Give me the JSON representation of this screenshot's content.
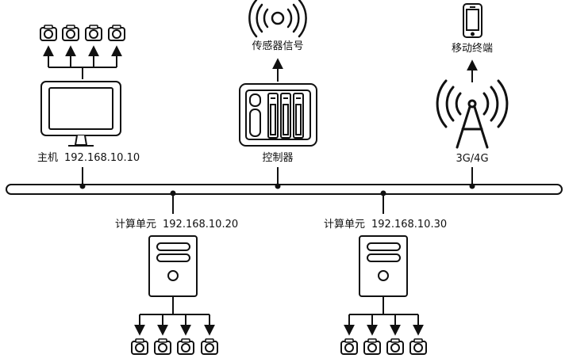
{
  "host": {
    "name": "主机",
    "ip": "192.168.10.10"
  },
  "controller": {
    "name": "控制器"
  },
  "sensor": {
    "label": "传感器信号"
  },
  "mobile": {
    "label": "移动终端"
  },
  "network": {
    "label": "3G/4G"
  },
  "compute_units": [
    {
      "name": "计算单元",
      "ip": "192.168.10.20"
    },
    {
      "name": "计算单元",
      "ip": "192.168.10.30"
    }
  ],
  "icons": {
    "camera": "camera-icon",
    "monitor": "monitor-icon",
    "controller": "controller-icon",
    "signal": "signal-icon",
    "phone": "phone-icon",
    "tower": "tower-icon",
    "server": "server-icon"
  },
  "colors": {
    "stroke": "#111111",
    "background": "#ffffff"
  }
}
